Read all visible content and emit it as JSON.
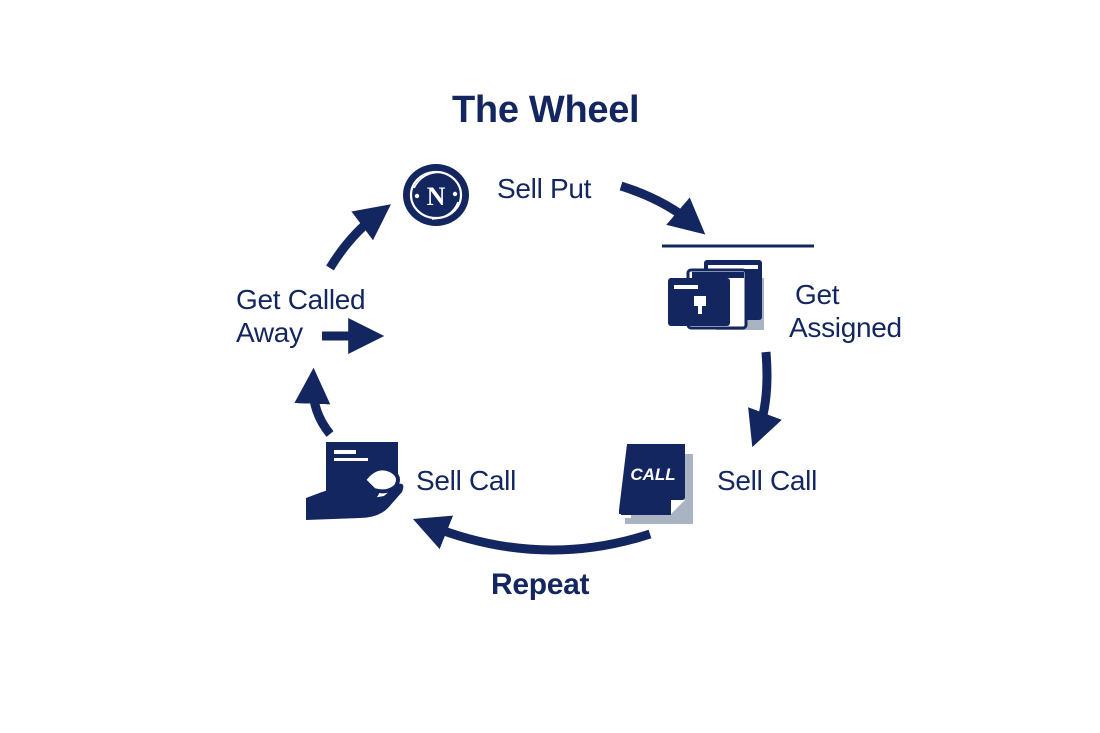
{
  "diagram": {
    "title": "The Wheel",
    "steps": {
      "sell_put": "Sell Put",
      "get_assigned": [
        "Get",
        "Assigned"
      ],
      "sell_call_right": "Sell Call",
      "sell_call_left": "Sell Call",
      "get_called_away": [
        "Get Called",
        "Away"
      ]
    },
    "repeat_label": "Repeat",
    "icons": {
      "coin": "coin-icon",
      "coin_letter": "N",
      "cards": "cards-icon",
      "call_document": "call-document-icon",
      "call_document_text": "CALL",
      "hand_card": "hand-with-card-icon"
    }
  },
  "colors": {
    "primary": "#13265f",
    "shadow_gray": "#aab3c2",
    "background": "#ffffff"
  }
}
